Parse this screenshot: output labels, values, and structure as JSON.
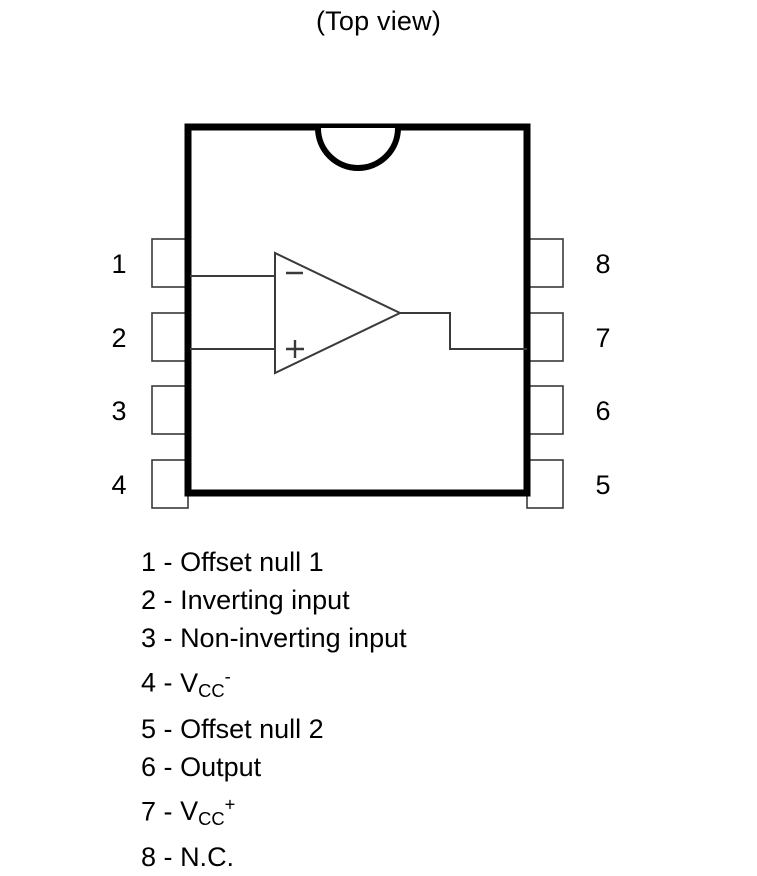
{
  "title": "(Top view)",
  "diagram": {
    "type": "ic-pinout",
    "package_style": "8-pin dual-in-line (DIP-8) top view with notch",
    "notch": "semicircle",
    "internal_symbol": "operational-amplifier-triangle",
    "opamp": {
      "inverting_marker": "−",
      "noninverting_marker": "+",
      "inverting_input_pin": 2,
      "noninverting_input_pin": 3,
      "output_pin": 6
    },
    "left_pins": [
      "1",
      "2",
      "3",
      "4"
    ],
    "right_pins": [
      "8",
      "7",
      "6",
      "5"
    ]
  },
  "legend": {
    "rows": [
      {
        "num": "1",
        "dash": "-",
        "desc": "Offset null 1",
        "html": false
      },
      {
        "num": "2",
        "dash": "-",
        "desc": "Inverting input",
        "html": false
      },
      {
        "num": "3",
        "dash": "-",
        "desc": "Non-inverting input",
        "html": false
      },
      {
        "num": "4",
        "dash": "-",
        "desc": "VCC-",
        "base": "V",
        "sub": "CC",
        "sup": "-",
        "html": true
      },
      {
        "num": "5",
        "dash": "-",
        "desc": "Offset null 2",
        "html": false
      },
      {
        "num": "6",
        "dash": "-",
        "desc": "Output",
        "html": false
      },
      {
        "num": "7",
        "dash": "-",
        "desc": "VCC+",
        "base": "V",
        "sub": "CC",
        "sup": "+",
        "html": true
      },
      {
        "num": "8",
        "dash": "-",
        "desc": "N.C.",
        "html": false
      }
    ]
  },
  "colors": {
    "background": "#ffffff",
    "ink": "#000000",
    "thin_line": "#3a3a3a"
  }
}
